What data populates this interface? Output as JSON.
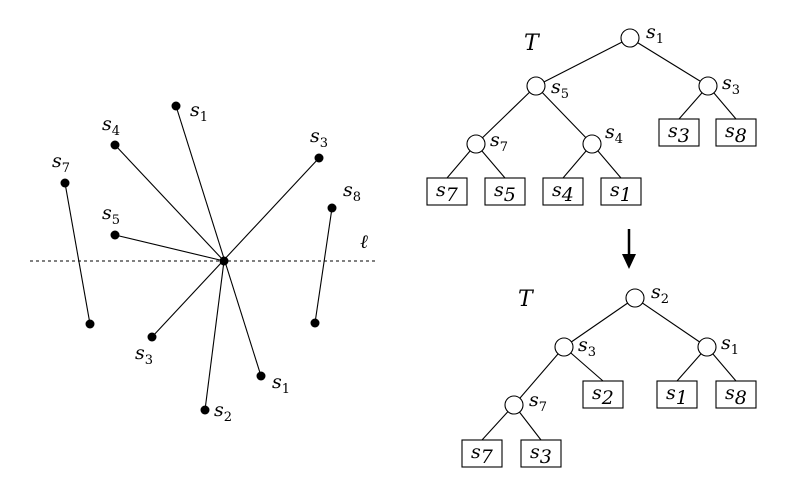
{
  "left_panel": {
    "line_label": "ℓ",
    "segments": [
      {
        "id": "s1",
        "top": {
          "name": "s",
          "sub": "1"
        },
        "bottom": {
          "name": "s",
          "sub": "1"
        }
      },
      {
        "id": "s2",
        "bottom": {
          "name": "s",
          "sub": "2"
        }
      },
      {
        "id": "s3",
        "top": {
          "name": "s",
          "sub": "3"
        },
        "bottom": {
          "name": "s",
          "sub": "3"
        }
      },
      {
        "id": "s4",
        "top": {
          "name": "s",
          "sub": "4"
        }
      },
      {
        "id": "s5",
        "top": {
          "name": "s",
          "sub": "5"
        }
      },
      {
        "id": "s7",
        "top": {
          "name": "s",
          "sub": "7"
        }
      },
      {
        "id": "s8",
        "top": {
          "name": "s",
          "sub": "8"
        }
      }
    ]
  },
  "tree_top": {
    "title": "T",
    "nodes": [
      {
        "id": "a",
        "name": "s",
        "sub": "1"
      },
      {
        "id": "b",
        "name": "s",
        "sub": "5"
      },
      {
        "id": "c",
        "name": "s",
        "sub": "3"
      },
      {
        "id": "d",
        "name": "s",
        "sub": "7"
      },
      {
        "id": "e",
        "name": "s",
        "sub": "4"
      }
    ],
    "leaves": [
      {
        "id": "f",
        "name": "s",
        "sub": "3"
      },
      {
        "id": "g",
        "name": "s",
        "sub": "8"
      },
      {
        "id": "h",
        "name": "s",
        "sub": "7"
      },
      {
        "id": "i",
        "name": "s",
        "sub": "5"
      },
      {
        "id": "j",
        "name": "s",
        "sub": "4"
      },
      {
        "id": "k",
        "name": "s",
        "sub": "1"
      }
    ]
  },
  "tree_bottom": {
    "title": "T",
    "nodes": [
      {
        "id": "a",
        "name": "s",
        "sub": "2"
      },
      {
        "id": "b",
        "name": "s",
        "sub": "3"
      },
      {
        "id": "c",
        "name": "s",
        "sub": "1"
      },
      {
        "id": "d",
        "name": "s",
        "sub": "7"
      }
    ],
    "leaves": [
      {
        "id": "e",
        "name": "s",
        "sub": "2"
      },
      {
        "id": "f",
        "name": "s",
        "sub": "1"
      },
      {
        "id": "g",
        "name": "s",
        "sub": "8"
      },
      {
        "id": "h",
        "name": "s",
        "sub": "7"
      },
      {
        "id": "i",
        "name": "s",
        "sub": "3"
      }
    ]
  },
  "transition_arrow": "down-arrow-icon"
}
